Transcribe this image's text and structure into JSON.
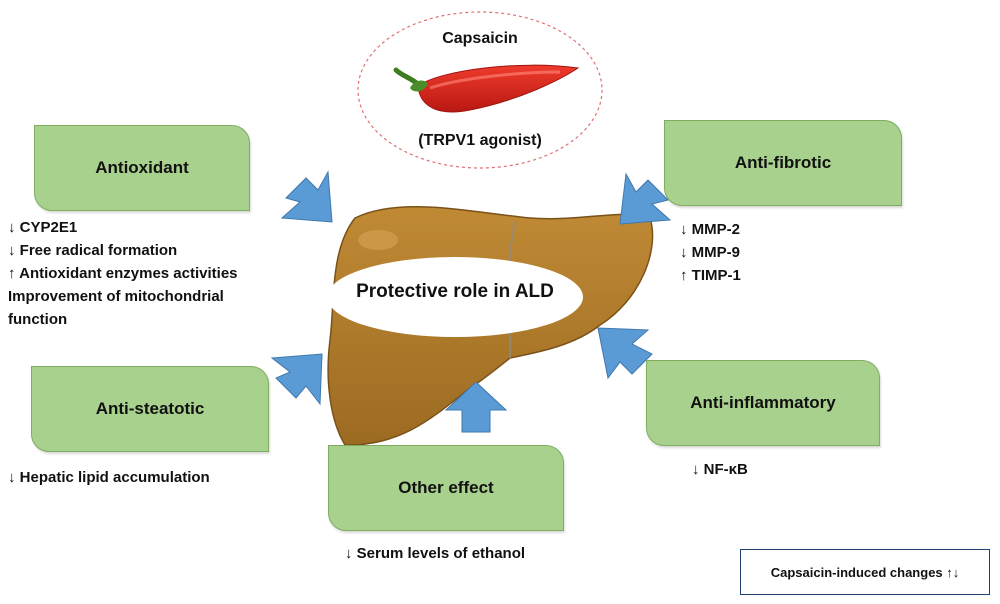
{
  "center": {
    "label": "Protective role in ALD"
  },
  "capsaicin": {
    "title": "Capsaicin",
    "subtitle": "(TRPV1 agonist)"
  },
  "boxes": {
    "antioxidant": "Antioxidant",
    "anti_fibrotic": "Anti-fibrotic",
    "anti_steatotic": "Anti-steatotic",
    "anti_inflammatory": "Anti-inflammatory",
    "other_effect": "Other effect"
  },
  "effects": {
    "antioxidant": [
      "↓  CYP2E1",
      "↓ Free radical formation",
      "↑ Antioxidant enzymes activities",
      "Improvement of mitochondrial",
      "function"
    ],
    "anti_fibrotic": [
      "↓ MMP-2",
      "↓ MMP-9",
      "↑ TIMP-1"
    ],
    "anti_steatotic": [
      "↓ Hepatic lipid accumulation"
    ],
    "anti_inflammatory": [
      "↓ NF-κB"
    ],
    "other_effect": [
      "↓ Serum levels of ethanol"
    ]
  },
  "legend": {
    "label": "Capsaicin-induced changes ↑↓"
  },
  "colors": {
    "box_fill": "#a9d18e",
    "arrow_fill": "#5b9bd5",
    "liver_fill": "#b07d2e",
    "chili_red": "#d9271c"
  }
}
